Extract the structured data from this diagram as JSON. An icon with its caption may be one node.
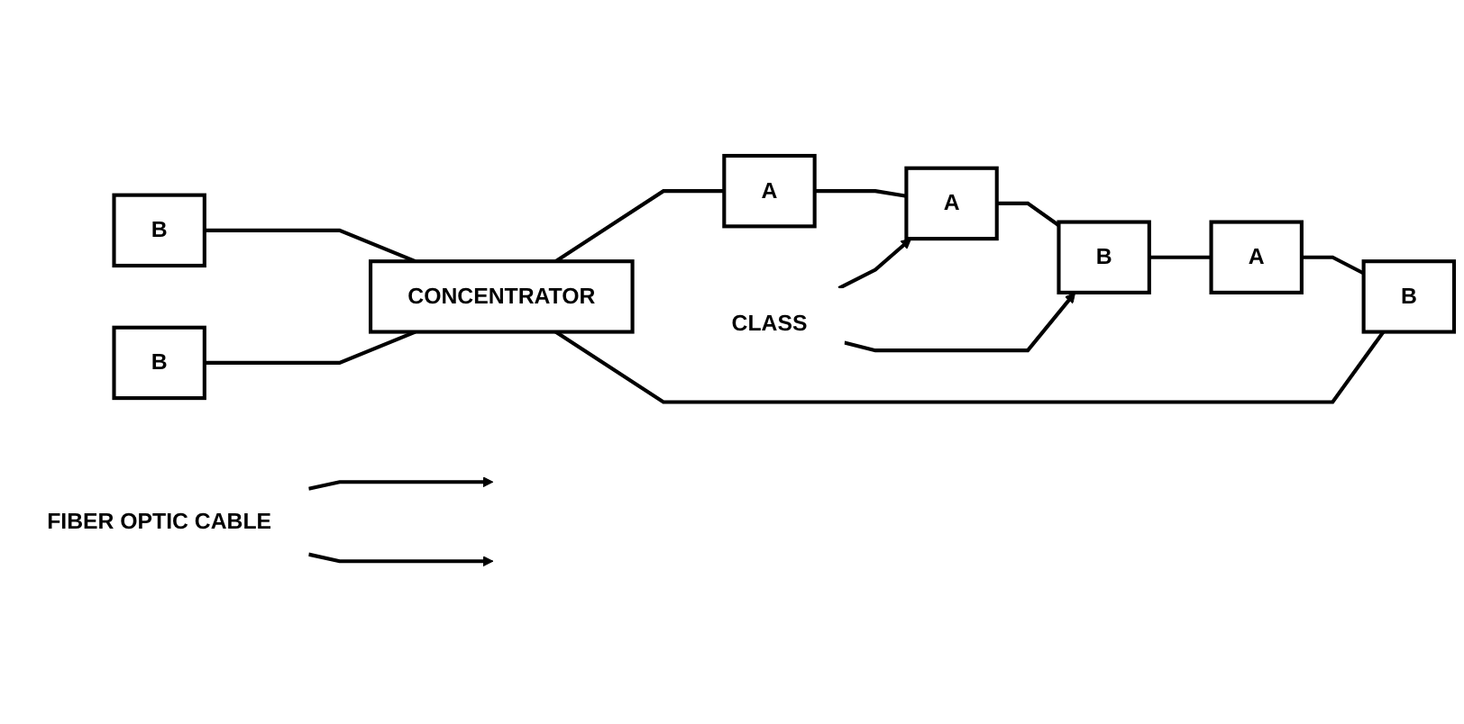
{
  "diagram": {
    "nodes": [
      {
        "text": [
          "B"
        ]
      },
      {
        "text": [
          "B"
        ]
      },
      {
        "text": [
          "CONCENTRATOR"
        ]
      },
      {
        "text": [
          "A"
        ]
      },
      {
        "text": [
          "A"
        ]
      },
      {
        "text": [
          "B"
        ]
      },
      {
        "text": [
          "A"
        ]
      },
      {
        "text": [
          "B"
        ]
      },
      {
        "text": [
          "FIBER OPTIC CABLE"
        ]
      },
      {
        "text": [
          "CLASS"
        ]
      }
    ],
    "edges": [
      {
        "from": 0,
        "to": 2,
        "arrow": "none"
      },
      {
        "from": 1,
        "to": 2,
        "arrow": "none"
      },
      {
        "from": 2,
        "to": 3,
        "arrow": "none"
      },
      {
        "from": 3,
        "to": 4,
        "arrow": "none"
      },
      {
        "from": 4,
        "to": 5,
        "arrow": "none"
      },
      {
        "from": 5,
        "to": 6,
        "arrow": "none"
      },
      {
        "from": 6,
        "to": 7,
        "arrow": "none"
      },
      {
        "from": 7,
        "to": 2,
        "arrow": "none"
      },
      {
        "from": 8,
        "to": null,
        "arrow": "to"
      },
      {
        "from": 8,
        "to": null,
        "arrow": "to"
      },
      {
        "from": 9,
        "to": 4,
        "arrow": "to"
      },
      {
        "from": 9,
        "to": 5,
        "arrow": "to"
      }
    ]
  }
}
